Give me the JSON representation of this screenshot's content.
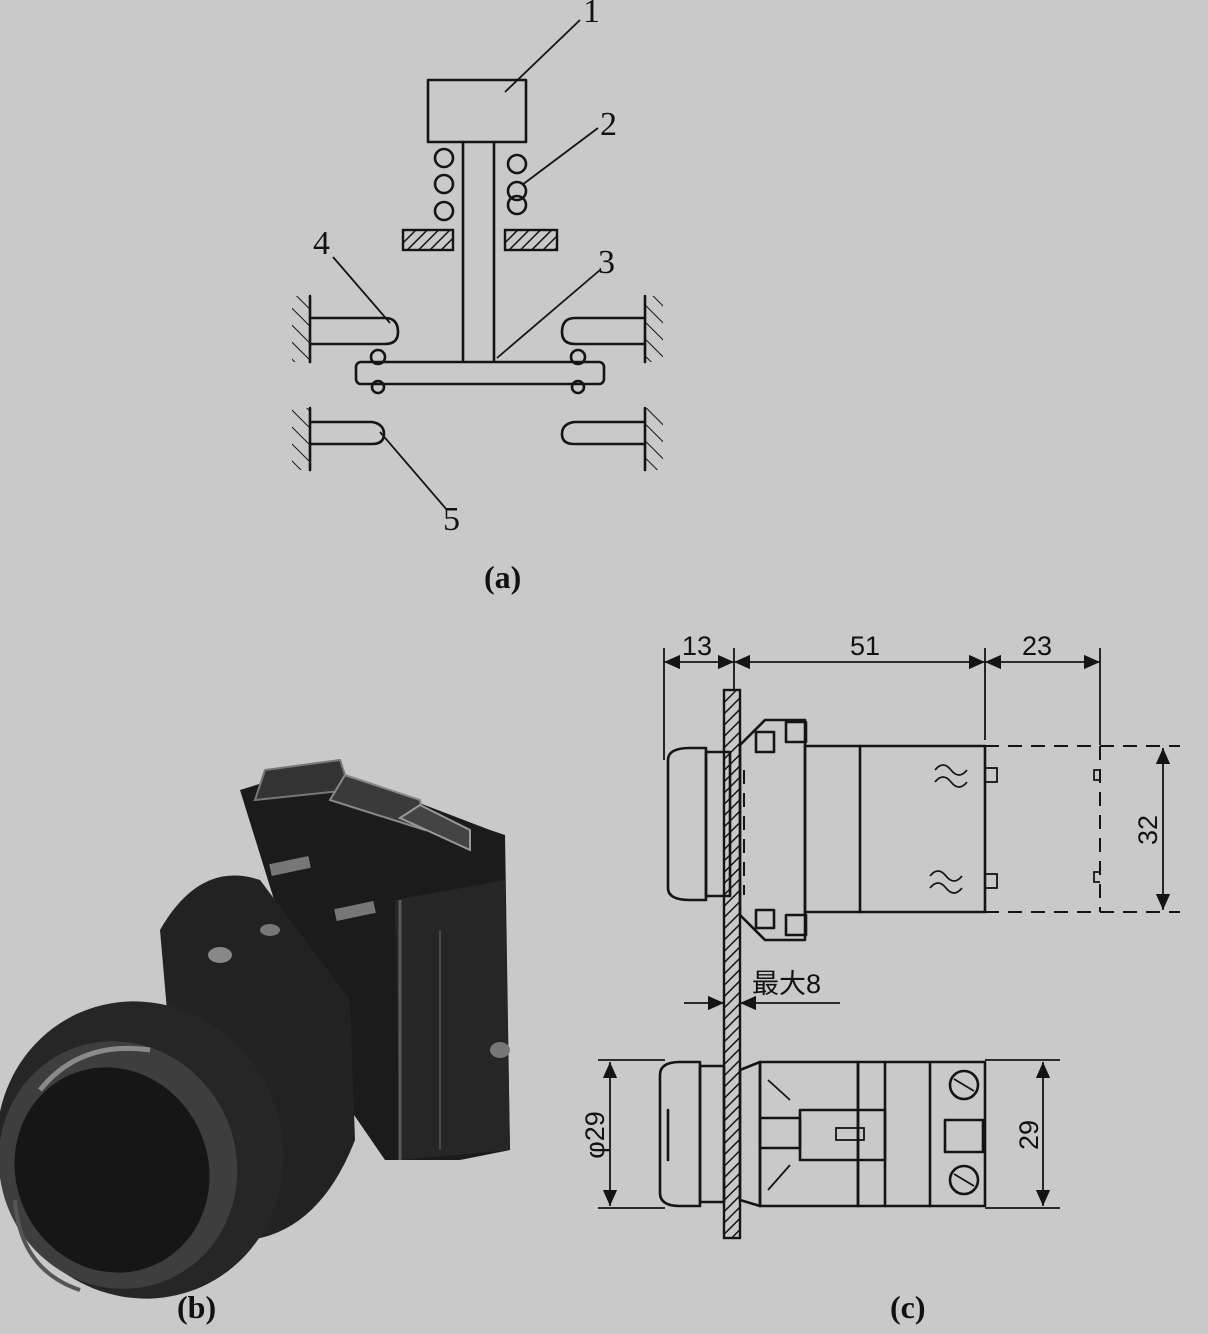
{
  "figure_a": {
    "caption": "(a)",
    "part_labels": [
      "1",
      "2",
      "3",
      "4",
      "5"
    ]
  },
  "figure_b": {
    "caption": "(b)"
  },
  "figure_c": {
    "caption": "(c)",
    "dimensions": {
      "front_depth": "13",
      "body_length": "51",
      "rear_depth": "23",
      "height": "32",
      "panel_thickness": "最大8",
      "button_diameter": "φ29",
      "body_width": "29"
    }
  },
  "colors": {
    "background": "#c9c9c9",
    "ink": "#141414"
  }
}
